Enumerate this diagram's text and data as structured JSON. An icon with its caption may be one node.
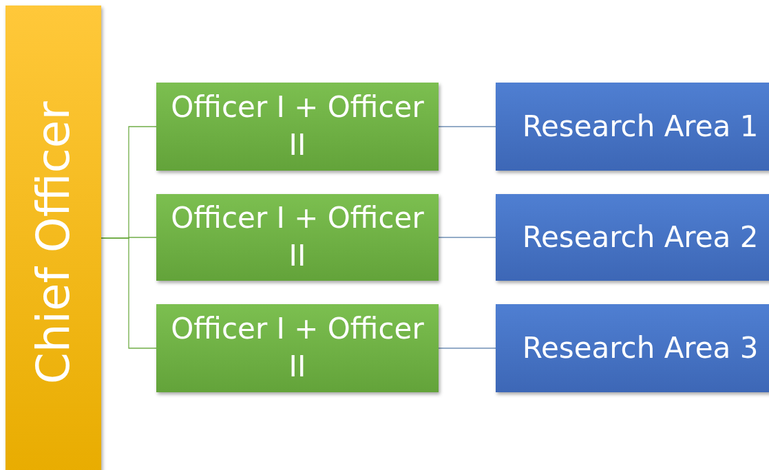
{
  "diagram": {
    "nodes": [
      {
        "text": [
          "Chief Officer"
        ]
      },
      {
        "text": [
          "Officer I + Officer II"
        ]
      },
      {
        "text": [
          "Officer I + Officer II"
        ]
      },
      {
        "text": [
          "Officer I + Officer II"
        ]
      },
      {
        "text": [
          "Research Area 1"
        ]
      },
      {
        "text": [
          "Research Area 2"
        ]
      },
      {
        "text": [
          "Research Area 3"
        ]
      }
    ],
    "edges": [
      {
        "from": 0,
        "to": 1,
        "arrow": "none",
        "color": "#70ad47"
      },
      {
        "from": 0,
        "to": 2,
        "arrow": "none",
        "color": "#70ad47"
      },
      {
        "from": 0,
        "to": 3,
        "arrow": "none",
        "color": "#70ad47"
      },
      {
        "from": 1,
        "to": 4,
        "arrow": "none",
        "color": "#6f8fb5"
      },
      {
        "from": 2,
        "to": 5,
        "arrow": "none",
        "color": "#6f8fb5"
      },
      {
        "from": 3,
        "to": 6,
        "arrow": "none",
        "color": "#6f8fb5"
      }
    ]
  }
}
